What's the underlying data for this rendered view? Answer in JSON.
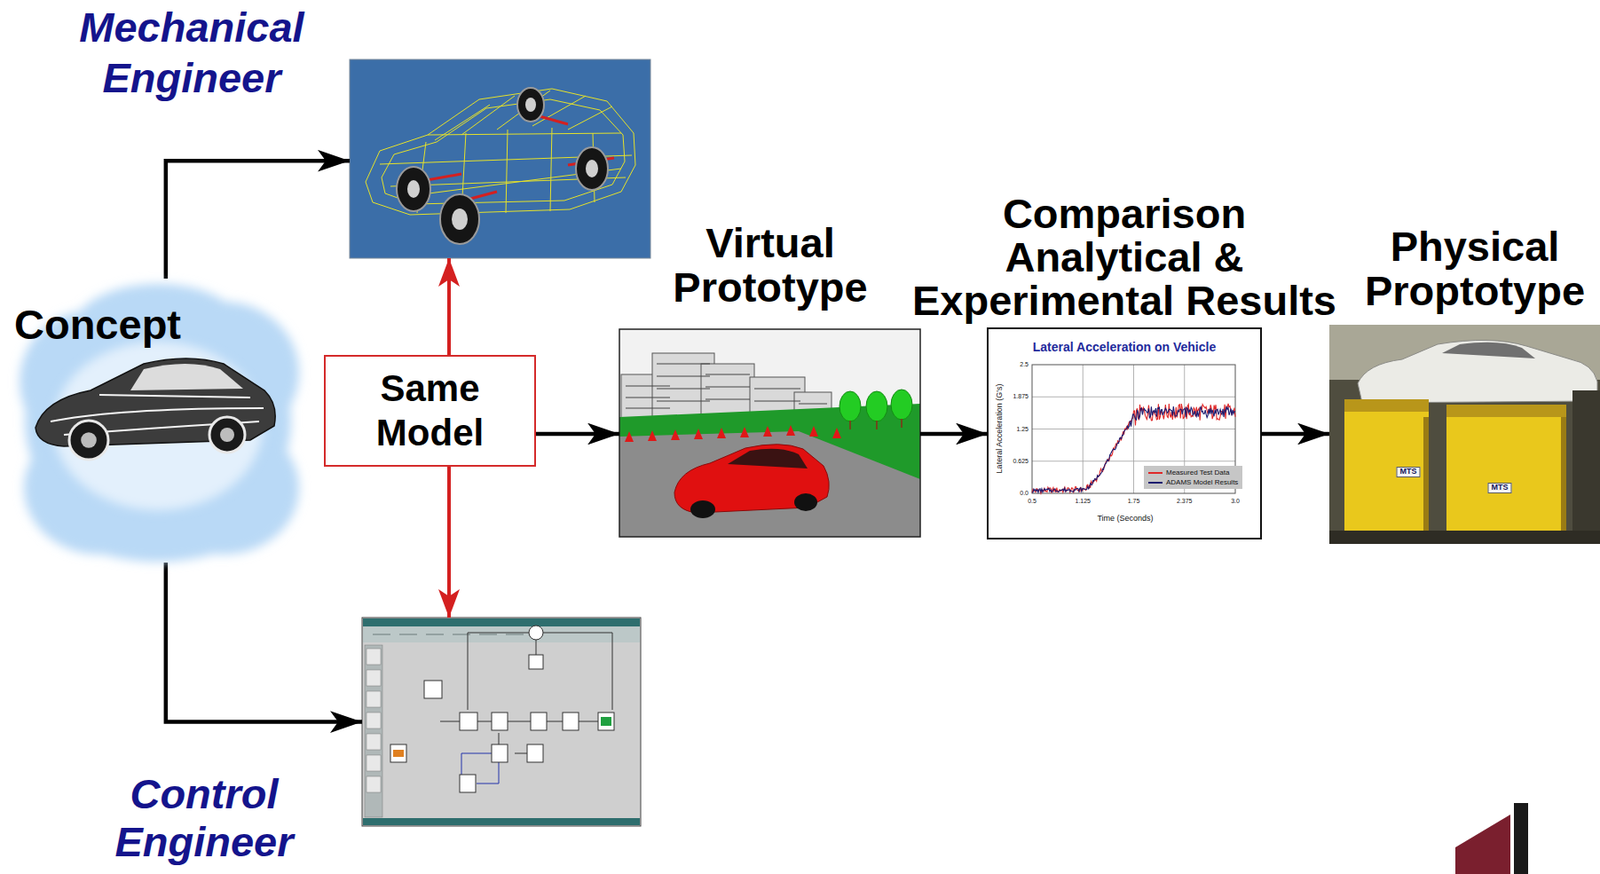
{
  "diagram": {
    "nodes": [
      {
        "text": [
          "Mechanical Engineer"
        ]
      },
      {
        "text": [
          "Concept"
        ]
      },
      {
        "text": [
          "Same Model"
        ]
      },
      {
        "text": [
          "Virtual Prototype"
        ]
      },
      {
        "text": [
          "Comparison Analytical & Experimental Results"
        ]
      },
      {
        "text": [
          "Physical Proptotype"
        ]
      },
      {
        "text": [
          "Control Engineer"
        ]
      }
    ],
    "edges": [
      {
        "from": 1,
        "to": 0,
        "arrow": "to"
      },
      {
        "from": 1,
        "to": 6,
        "arrow": "to"
      },
      {
        "from": 2,
        "to": 0,
        "arrow": "to"
      },
      {
        "from": 2,
        "to": 6,
        "arrow": "to"
      },
      {
        "from": 2,
        "to": 3,
        "arrow": "to"
      },
      {
        "from": 3,
        "to": 4,
        "arrow": "to"
      },
      {
        "from": 4,
        "to": 5,
        "arrow": "to"
      }
    ],
    "labels": [
      "Lateral Acceleration on Vehicle",
      "Lateral Acceleration (G's)",
      "Time (Seconds)",
      "2.5",
      "1.875",
      "1.25",
      "0.625",
      "0.0",
      "0.5",
      "1.125",
      "1.75",
      "2.375",
      "3.0",
      "MTS",
      "MTS"
    ],
    "legend": [
      {
        "text": "Measured Test Data",
        "color": "#e02828"
      },
      {
        "text": "ADAMS Model Results",
        "color": "#1c1c70"
      }
    ]
  }
}
